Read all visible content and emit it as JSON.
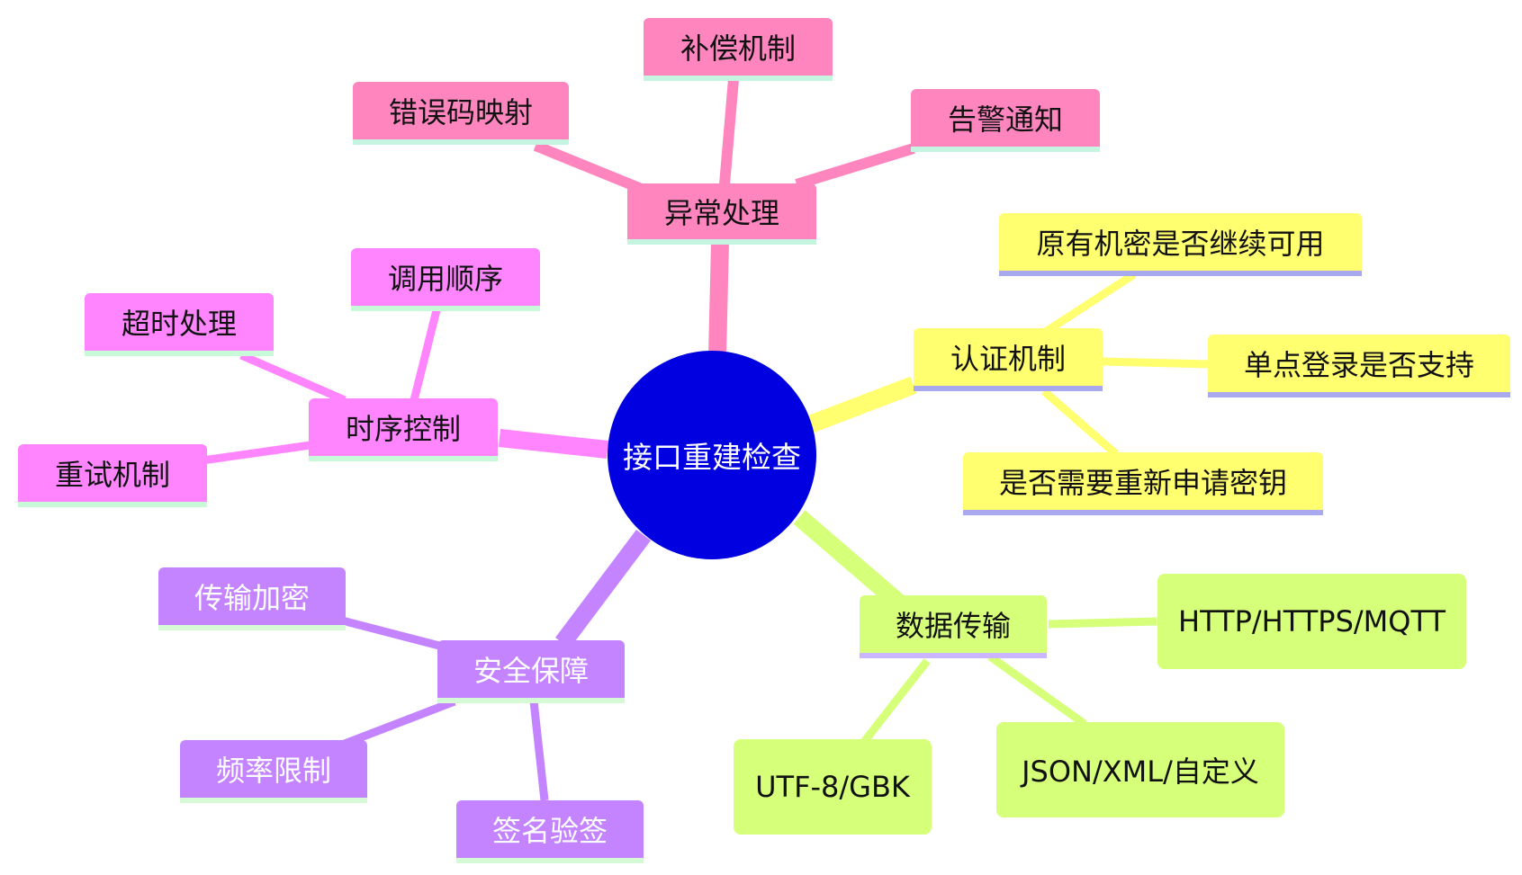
{
  "center": {
    "label": "接口重建检查",
    "color": "#0000e0"
  },
  "branches": {
    "exception": {
      "label": "异常处理",
      "color": "#ff85bf",
      "children": [
        "补偿机制",
        "错误码映射",
        "告警通知"
      ]
    },
    "auth": {
      "label": "认证机制",
      "color": "#ffff70",
      "children": [
        "原有机密是否继续可用",
        "单点登录是否支持",
        "是否需要重新申请密钥"
      ]
    },
    "transfer": {
      "label": "数据传输",
      "color": "#d6ff7a",
      "children": [
        "HTTP/HTTPS/MQTT",
        "JSON/XML/自定义",
        "UTF-8/GBK"
      ]
    },
    "security": {
      "label": "安全保障",
      "color": "#c484ff",
      "children": [
        "传输加密",
        "频率限制",
        "签名验签"
      ]
    },
    "timing": {
      "label": "时序控制",
      "color": "#ff85ff",
      "children": [
        "调用顺序",
        "超时处理",
        "重试机制"
      ]
    }
  }
}
